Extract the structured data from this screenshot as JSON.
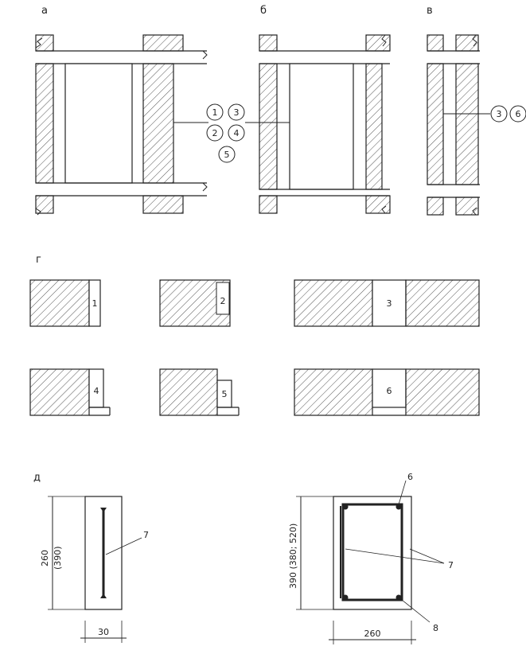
{
  "panels": {
    "a": "а",
    "b": "б",
    "v": "в",
    "g": "г",
    "d": "д"
  },
  "callouts_a": {
    "c1": "1",
    "c2": "2",
    "c3": "3",
    "c4": "4",
    "c5": "5"
  },
  "callouts_v": {
    "c3": "3",
    "c6": "6"
  },
  "sections": {
    "s1": "1",
    "s2": "2",
    "s3": "3",
    "s4": "4",
    "s5": "5",
    "s6": "6"
  },
  "details": {
    "dim_height_left": "260",
    "dim_height_left_alt": "(390)",
    "dim_width_left": "30",
    "leader_7_left": "7",
    "label_6": "6",
    "dim_height_right": "390 (380; 520)",
    "leader_7_right": "7",
    "dim_width_right": "260",
    "label_8": "8"
  }
}
